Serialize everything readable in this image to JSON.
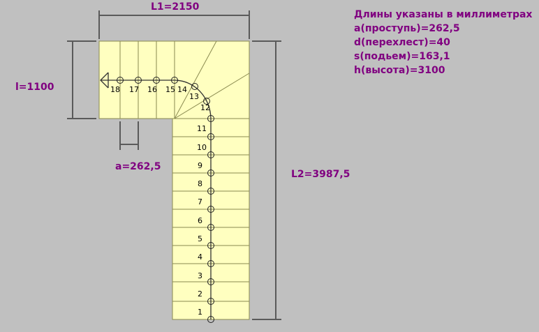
{
  "info": {
    "title": "Длины указаны в миллиметрах",
    "lines": [
      "a(проступь)=262,5",
      "d(перехлест)=40",
      "s(подьем)=163,1",
      "h(высота)=3100"
    ]
  },
  "dimensions": {
    "L1": "L1=2150",
    "l": "l=1100",
    "a": "a=262,5",
    "L2": "L2=3987,5"
  },
  "steps": {
    "s1": "1",
    "s2": "2",
    "s3": "3",
    "s4": "4",
    "s5": "5",
    "s6": "6",
    "s7": "7",
    "s8": "8",
    "s9": "9",
    "s10": "10",
    "s11": "11",
    "s12": "12",
    "s13": "13",
    "s14": "14",
    "s15": "15",
    "s16": "16",
    "s17": "17",
    "s18": "18"
  },
  "colors": {
    "background": "#c0c0c0",
    "stair_fill": "#ffffc0",
    "stair_line": "#8a8a50",
    "dimension_line": "#5a5a5a",
    "label": "#800080"
  }
}
